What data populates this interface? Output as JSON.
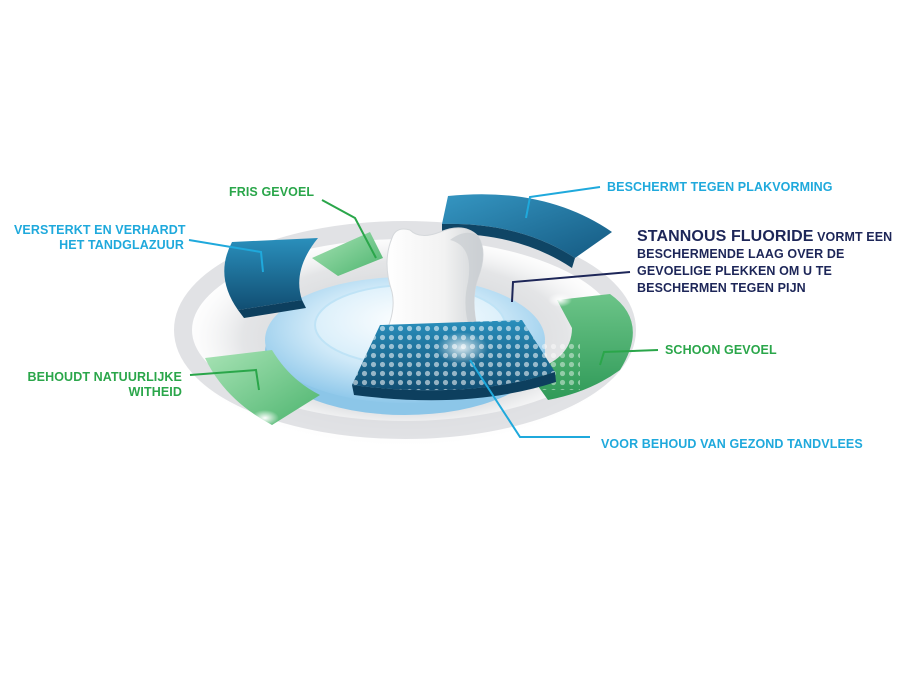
{
  "labels": {
    "fris_gevoel": "FRIS GEVOEL",
    "beschermt": "BESCHERMT TEGEN PLAKVORMING",
    "versterkt_line1": "VERSTERKT EN VERHARDT",
    "versterkt_line2": "HET TANDGLAZUUR",
    "stannous_strong": "STANNOUS FLUORIDE",
    "stannous_line1_rest": " VORMT EEN",
    "stannous_line2": "BESCHERMENDE LAAG OVER DE",
    "stannous_line3": "GEVOELIGE PLEKKEN OM U TE",
    "stannous_line4": "BESCHERMEN TEGEN PIJN",
    "schoon_gevoel": "SCHOON GEVOEL",
    "behoudt_line1": "BEHOUDT NATUURLIJKE",
    "behoudt_line2": "WITHEID",
    "voor_behoud": "VOOR BEHOUD VAN GEZOND TANDVLEES"
  },
  "colors": {
    "cyan_text": "#1fa9dc",
    "green_text": "#2aa64a",
    "navy_text": "#1d2658",
    "dark_teal_segment": "#1b6e93",
    "light_green_segment": "#7fd09a",
    "disc_blue": "#bfe3f6"
  }
}
